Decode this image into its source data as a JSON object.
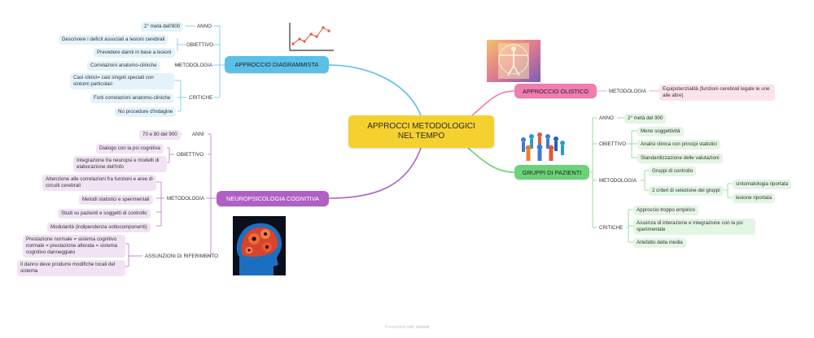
{
  "center": {
    "line1": "APPROCCI METODOLOGICI",
    "line2": "NEL TEMPO"
  },
  "colors": {
    "blue": "#5bbfe8",
    "purple": "#b060c4",
    "pink": "#f07cb0",
    "green": "#6cd27a",
    "center": "#f5d130"
  },
  "icons": [
    "line-chart-icon",
    "vitruvian-image",
    "people-circle-icon",
    "brain-gears-image"
  ],
  "diagrammista": {
    "title": "APPROCCIO DIAGRAMMISTA",
    "anno_label": "ANNO",
    "anno": "2° metà dell'800",
    "obiettivo_label": "OBIETTIVO",
    "obiettivo_1": "Descrivere i deficit associati a lesioni cerebrali",
    "obiettivo_2": "Prevedere danni in base a lesioni",
    "metodologia_label": "METODOLOGIA",
    "metodologia": "Correlazioni anatomo-cliniche",
    "critiche_label": "CRITICHE",
    "critiche_1": "Casi clinici= casi singoli speciali con sintomi particolari",
    "critiche_2": "Forti correlazioni anatomo-cliniche",
    "critiche_3": "No procedure d'indagine"
  },
  "neuro": {
    "title": "NEUROPSICOLOGIA COGNITIVA",
    "anni_label": "ANNI",
    "anni": "70 e 80 del 900",
    "obiettivo_label": "OBIETTIVO",
    "obiettivo_1": "Dialogo con la psi cognitiva",
    "obiettivo_2": "Integrazione fra neuropsi e modelli di elaborazione dell'info",
    "metodologia_label": "METODOLOGIA",
    "metodologia_1": "Attenzione alle correlazioni fra funzioni e aree di circuiti cerebrali",
    "metodologia_2": "Metodi statistici e sperimentali",
    "metodologia_3": "Studi su pazienti e soggetti di controllo",
    "metodologia_4": "Modularità (indipendenza sottocomponenti)",
    "assunzioni_label": "ASSUNZIONI DI RIFERIMENTO",
    "assunzioni_1": "Prestazione normale = sistema cognitivo normale = prestazione alterata = sistema cognitivo danneggiato",
    "assunzioni_2": "Il danno deve produrre modifiche locali del sistema"
  },
  "olistico": {
    "title": "APPROCCIO OLISTICO",
    "metodologia_label": "METODOLOGIA",
    "metodologia": "Equipotenzialità (funzioni cerebrali legate le une alle altre)"
  },
  "gruppi": {
    "title": "GRUPPI DI PAZIENTI",
    "anno_label": "ANNO",
    "anno": "2° metà del 900",
    "obiettivo_label": "OBIETTIVO",
    "obiettivo_1": "Meno soggettività",
    "obiettivo_2": "Analisi clinica con principi statistici",
    "obiettivo_3": "Standardizzazione delle valutazioni",
    "metodologia_label": "METODOLOGIA",
    "metodologia_1": "Gruppi di controllo",
    "metodologia_2": "2 criteri di selezione dei gruppi",
    "criterio_1": "sintomatologia riportata",
    "criterio_2": "lesione riportata",
    "critiche_label": "CRITICHE",
    "critiche_1": "Approccio troppo empirico",
    "critiche_2": "Assenza di interazione e integrazione con la psi sperimentale",
    "critiche_3": "Artefatto della media"
  },
  "footer": {
    "text": "Presented with",
    "brand": "xmind"
  }
}
